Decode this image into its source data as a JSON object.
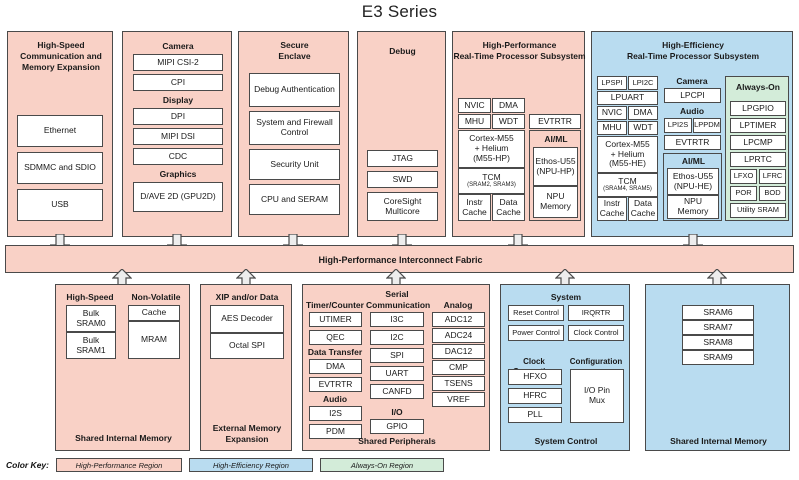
{
  "page": {
    "title": "E3 Series"
  },
  "fabric": {
    "label": "High-Performance Interconnect Fabric"
  },
  "top_panels": [
    {
      "name": "high-speed-communication",
      "title": "High-Speed\nCommunication and\nMemory Expansion",
      "title_lines": [
        "High-Speed",
        "Communication and",
        "Memory Expansion"
      ],
      "region": "high-performance",
      "blocks": [
        "Ethernet",
        "SDMMC and SDIO",
        "USB"
      ]
    },
    {
      "name": "camera-display-graphics",
      "region": "high-performance",
      "groups": [
        {
          "header": "Camera",
          "blocks": [
            "MIPI CSI-2",
            "CPI"
          ]
        },
        {
          "header": "Display",
          "blocks": [
            "DPI",
            "MIPI DSI",
            "CDC"
          ]
        },
        {
          "header": "Graphics",
          "blocks": [
            "D/AVE 2D (GPU2D)"
          ]
        }
      ]
    },
    {
      "name": "secure-enclave",
      "title_lines": [
        "Secure",
        "Enclave"
      ],
      "region": "high-performance",
      "blocks": [
        "Debug Authentication",
        "System and Firewall Control",
        "Security Unit",
        "CPU and SERAM"
      ]
    },
    {
      "name": "debug",
      "title_lines": [
        "Debug"
      ],
      "region": "high-performance",
      "blocks": [
        "JTAG",
        "SWD",
        "CoreSight Multicore"
      ]
    },
    {
      "name": "high-performance-rtss",
      "title_lines": [
        "High-Performance",
        "Real-Time Processor Subsystem"
      ],
      "region": "high-performance",
      "cpu_column": {
        "small_pairs": [
          [
            "NVIC",
            "DMA"
          ],
          [
            "MHU",
            "WDT"
          ]
        ],
        "core": [
          "Cortex-M55",
          "+ Helium",
          "(M55-HP)"
        ],
        "tcm_title": "TCM",
        "tcm_sub": "(SRAM2, SRAM3)",
        "caches": [
          "Instr Cache",
          "Data Cache"
        ]
      },
      "ai_column": {
        "evtrtr": "EVTRTR",
        "header": "AI/ML",
        "blocks": [
          "Ethos-U55 (NPU-HP)",
          "NPU Memory"
        ]
      }
    },
    {
      "name": "high-efficiency-rtss",
      "title_lines": [
        "High-Efficiency",
        "Real-Time Processor Subsystem"
      ],
      "region": "high-efficiency",
      "cpu_column": {
        "small_pairs": [
          [
            "LPSPI",
            "LPI2C"
          ]
        ],
        "lpuart": "LPUART",
        "small_pairs2": [
          [
            "NVIC",
            "DMA"
          ],
          [
            "MHU",
            "WDT"
          ]
        ],
        "core": [
          "Cortex-M55",
          "+ Helium",
          "(M55-HE)"
        ],
        "tcm_title": "TCM",
        "tcm_sub": "(SRAM4, SRAM5)",
        "caches": [
          "Instr Cache",
          "Data Cache"
        ]
      },
      "mid_column": {
        "camera_header": "Camera",
        "camera_blocks": [
          "LPCPI"
        ],
        "audio_header": "Audio",
        "audio_pair": [
          "LPI2S",
          "LPPDM"
        ],
        "evtrtr": "EVTRTR",
        "ai_header": "AI/ML",
        "ai_blocks": [
          "Ethos-U55 (NPU-HE)",
          "NPU Memory"
        ]
      },
      "always_on": {
        "header": "Always-On",
        "blocks": [
          "LPGPIO",
          "LPTIMER",
          "LPCMP",
          "LPRTC"
        ],
        "pairs": [
          [
            "LFXO",
            "LFRC"
          ],
          [
            "POR",
            "BOD"
          ]
        ],
        "last": "Utility SRAM"
      }
    }
  ],
  "bottom_panels": [
    {
      "name": "shared-internal-memory-left",
      "region": "high-performance",
      "footer": "Shared Internal Memory",
      "columns": [
        {
          "header": "High-Speed",
          "blocks": [
            "Bulk SRAM0",
            "Bulk SRAM1"
          ]
        },
        {
          "header": "Non-Volatile",
          "blocks": [
            "Cache",
            "MRAM"
          ]
        }
      ]
    },
    {
      "name": "external-memory-expansion",
      "region": "high-performance",
      "header": "XIP and/or Data",
      "blocks": [
        "AES Decoder",
        "Octal SPI"
      ],
      "footer_lines": [
        "External Memory",
        "Expansion"
      ]
    },
    {
      "name": "shared-peripherals",
      "region": "high-performance",
      "footer": "Shared Peripherals",
      "columns": [
        {
          "groups": [
            {
              "header": "Timer/Counter",
              "blocks": [
                "UTIMER",
                "QEC"
              ]
            },
            {
              "header": "Data Transfer",
              "blocks": [
                "DMA",
                "EVTRTR"
              ]
            },
            {
              "header": "Audio",
              "blocks": [
                "I2S",
                "PDM"
              ]
            }
          ]
        },
        {
          "groups": [
            {
              "header_lines": [
                "Serial",
                "Communication"
              ],
              "blocks": [
                "I3C",
                "I2C",
                "SPI",
                "UART",
                "CANFD"
              ]
            },
            {
              "header": "I/O",
              "blocks": [
                "GPIO"
              ]
            }
          ]
        },
        {
          "groups": [
            {
              "header": "Analog",
              "blocks": [
                "ADC12",
                "ADC24",
                "DAC12",
                "CMP",
                "TSENS",
                "VREF"
              ]
            }
          ]
        }
      ]
    },
    {
      "name": "system-control",
      "region": "high-efficiency",
      "header": "System",
      "footer": "System Control",
      "system_pairs": [
        [
          "Reset Control",
          "IRQRTR"
        ],
        [
          "Power Control",
          "Clock Control"
        ]
      ],
      "clock_header": "Clock Generation",
      "clock_blocks": [
        "HFXO",
        "HFRC",
        "PLL"
      ],
      "config_header": "Configuration",
      "config_block_lines": [
        "I/O Pin",
        "Mux"
      ]
    },
    {
      "name": "shared-internal-memory-right",
      "region": "high-efficiency",
      "footer": "Shared Internal Memory",
      "blocks": [
        "SRAM6",
        "SRAM7",
        "SRAM8",
        "SRAM9"
      ]
    }
  ],
  "color_key": {
    "label": "Color Key:",
    "items": [
      {
        "text": "High-Performance Region",
        "color": "#f9d1c6"
      },
      {
        "text": "High-Efficiency Region",
        "color": "#b9dcf0"
      },
      {
        "text": "Always-On Region",
        "color": "#d3ecd9"
      }
    ]
  }
}
